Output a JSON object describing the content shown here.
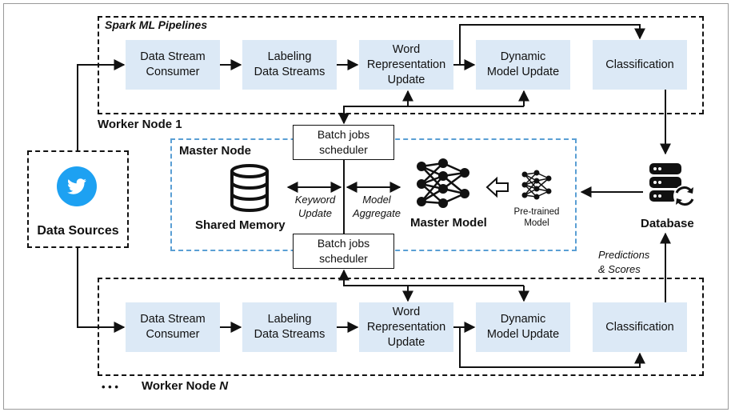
{
  "pipeline_title": "Spark ML Pipelines",
  "worker_top": {
    "label": "Worker Node 1",
    "stages": [
      "Data Stream\nConsumer",
      "Labeling\nData Streams",
      "Word\nRepresentation\nUpdate",
      "Dynamic\nModel Update",
      "Classification"
    ]
  },
  "worker_bottom": {
    "label_prefix": "Worker Node ",
    "label_suffix": "N",
    "dots": "• • •",
    "stages": [
      "Data Stream\nConsumer",
      "Labeling\nData Streams",
      "Word\nRepresentation\nUpdate",
      "Dynamic\nModel Update",
      "Classification"
    ]
  },
  "scheduler_top": "Batch jobs\nscheduler",
  "scheduler_bottom": "Batch jobs\nscheduler",
  "master": {
    "title": "Master Node",
    "shared_memory": "Shared Memory",
    "master_model": "Master Model",
    "pretrained": "Pre-trained\nModel",
    "keyword_update": "Keyword\nUpdate",
    "model_aggregate": "Model\nAggregate"
  },
  "data_sources": "Data Sources",
  "database": "Database",
  "predictions": "Predictions\n& Scores",
  "icons": {
    "twitter": "twitter-bird-icon",
    "database": "database-refresh-icon",
    "shared_memory": "database-cylinder-icon",
    "master_model": "neural-network-icon",
    "pretrained_model": "neural-network-icon",
    "arrow": "hollow-left-arrow-icon"
  },
  "colors": {
    "stage_fill": "#dce9f6",
    "master_border": "#5a9fd4",
    "twitter": "#1da1f2"
  }
}
